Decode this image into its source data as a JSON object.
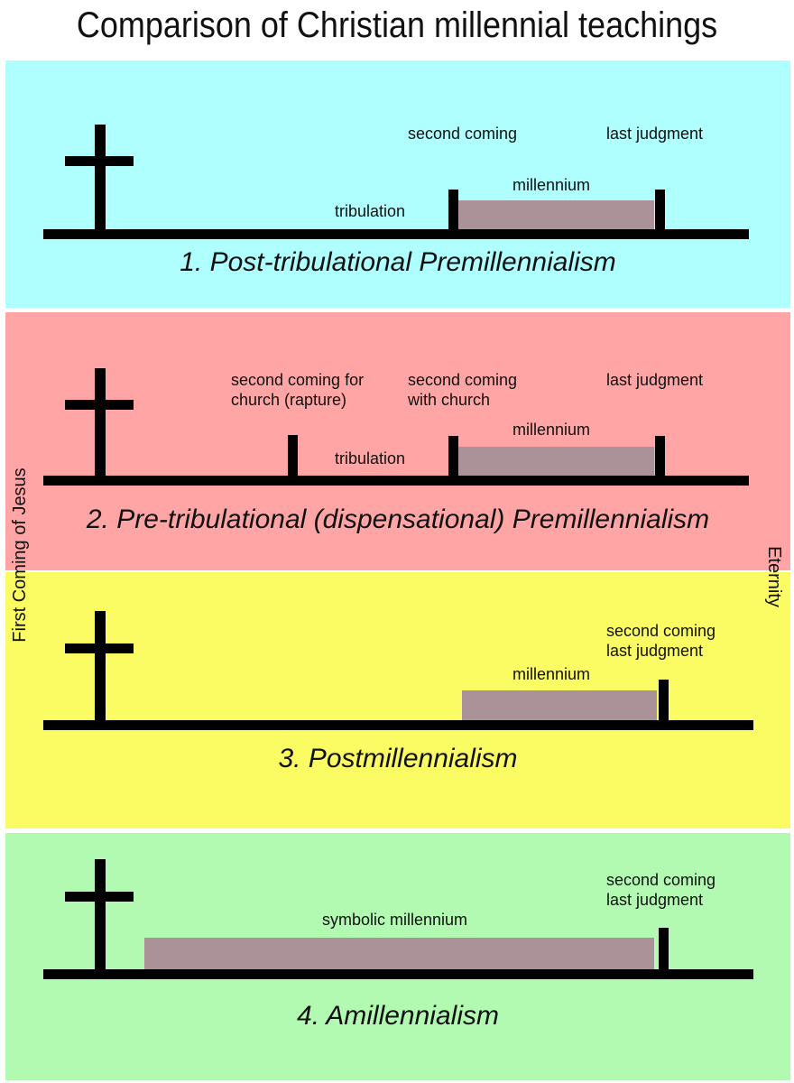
{
  "title": "Comparison of Christian millennial teachings",
  "side_labels": {
    "left": "First Coming of Jesus",
    "right": "Eternity"
  },
  "colors": {
    "panel1_bg": "#b0ffff",
    "panel2_bg": "#ffa5a5",
    "panel3_bg": "#fbfb63",
    "panel4_bg": "#b2fab2",
    "millennium_bar": "#ab9298",
    "line": "#000000",
    "text": "#111111"
  },
  "panels": [
    {
      "title": "1. Post-tribulational Premillennialism",
      "bg": "#b0ffff",
      "labels": {
        "second_coming": "second coming",
        "last_judgment": "last judgment",
        "millennium": "millennium",
        "tribulation": "tribulation"
      }
    },
    {
      "title": "2. Pre-tribulational (dispensational) Premillennialism",
      "bg": "#ffa5a5",
      "labels": {
        "rapture": "second coming for\nchurch (rapture)",
        "second_coming": "second coming\nwith church",
        "last_judgment": "last judgment",
        "millennium": "millennium",
        "tribulation": "tribulation"
      }
    },
    {
      "title": "3. Postmillennialism",
      "bg": "#fbfb63",
      "labels": {
        "second_coming_last_judgment": "second coming\nlast judgment",
        "millennium": "millennium"
      }
    },
    {
      "title": "4. Amillennialism",
      "bg": "#b2fab2",
      "labels": {
        "second_coming_last_judgment": "second coming\nlast judgment",
        "millennium": "symbolic millennium"
      }
    }
  ]
}
